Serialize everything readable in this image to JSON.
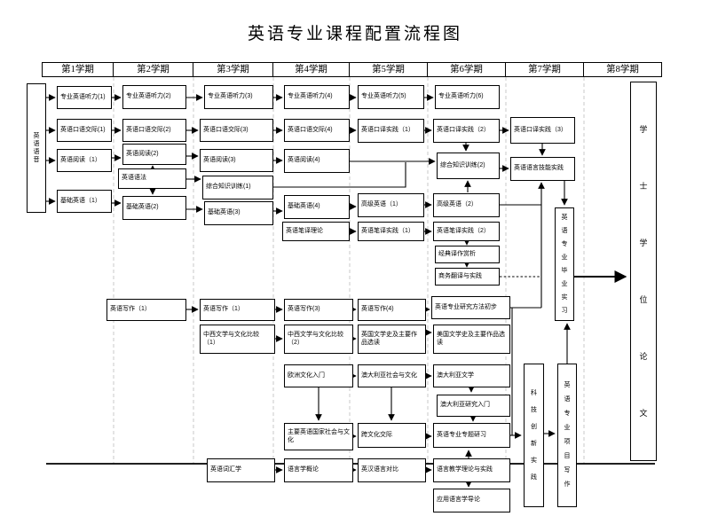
{
  "title": "英语专业课程配置流程图",
  "semesters": [
    "第1学期",
    "第2学期",
    "第3学期",
    "第4学期",
    "第5学期",
    "第6学期",
    "第7学期",
    "第8学期"
  ],
  "nodes": {
    "phonetics": "英语语音",
    "listening1": "专业英语听力(1)",
    "listening2": "专业英语听力(2)",
    "listening3": "专业英语听力(3)",
    "listening4": "专业英语听力(4)",
    "listening5": "专业英语听力(5)",
    "listening6": "专业英语听力(6)",
    "oral1": "英语口语交际(1)",
    "oral2": "英语口语交际(2)",
    "oral3": "英语口语交际(3)",
    "oral4": "英语口语交际(4)",
    "interp1": "英语口译实践（1）",
    "interp2": "英语口译实践（2）",
    "interp3": "英语口译实践（3）",
    "reading1": "英语阅读（1）",
    "reading2": "英语阅读(2)",
    "reading3": "英语阅读(3)",
    "reading4": "英语阅读(4)",
    "grammar": "英语语法",
    "knowledge1": "综合知识训练(1)",
    "knowledge2": "综合知识训练(2)",
    "skills": "英语语言技能实践",
    "basic1": "基础英语（1）",
    "basic2": "基础英语(2)",
    "basic3": "基础英语(3)",
    "basic4": "基础英语(4)",
    "advanced1": "高级英语（1）",
    "advanced2": "高级英语（2）",
    "trans_theory": "英语笔译理论",
    "trans_practice1": "英语笔译实践（1）",
    "trans_practice2": "英语笔译实践（2）",
    "classic_trans": "经典译作赏析",
    "business_trans": "商务翻译与实践",
    "writing_a": "英语写作（1）",
    "writing_b": "英语写作（1）",
    "writing3": "英语写作(3)",
    "writing4": "英语写作(4)",
    "research_method": "英语专业研究方法初步",
    "lit_compare1": "中西文学与文化比较（1）",
    "lit_compare2": "中西文学与文化比较（2）",
    "uk_lit": "英国文学史及主要作品选读",
    "us_lit": "美国文学史及主要作品选读",
    "euro_culture": "欧洲文化入门",
    "au_society": "澳大利亚社会与文化",
    "au_lit": "澳大利亚文学",
    "au_studies": "澳大利亚研究入门",
    "en_countries": "主要英语国家社会与文化",
    "cross_culture": "跨文化交际",
    "seminar": "英语专业专题研习",
    "lexicology": "英语词汇学",
    "linguistics": "语言学概论",
    "contrastive": "英汉语言对比",
    "teach_theory": "语言教学理论与实践",
    "applied_ling": "应用语言学导论",
    "internship": "英语专业毕业实习",
    "scitech": "科技创新实践",
    "project_writing": "英语专业项目写作",
    "thesis": "学士学位论文"
  }
}
